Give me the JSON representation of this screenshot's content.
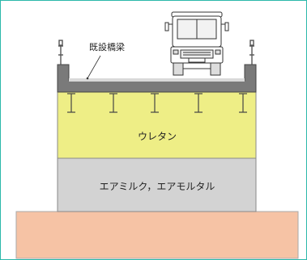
{
  "labels": {
    "existing_bridge": "既設橋梁",
    "urethane": "ウレタン",
    "air_mix": "エアミルク，エアモルタル"
  },
  "colors": {
    "frame": "#2bb8aa",
    "ground": "#f6c3a5",
    "ground_edge": "#a9a9a9",
    "air_mix_fill": "#d3d3d3",
    "urethane_fill": "#eeee86",
    "bridge_girder": "#7a7a7a",
    "bridge_deck": "#d9d9d9",
    "truck_body": "#ffffff",
    "stroke": "#555555"
  }
}
